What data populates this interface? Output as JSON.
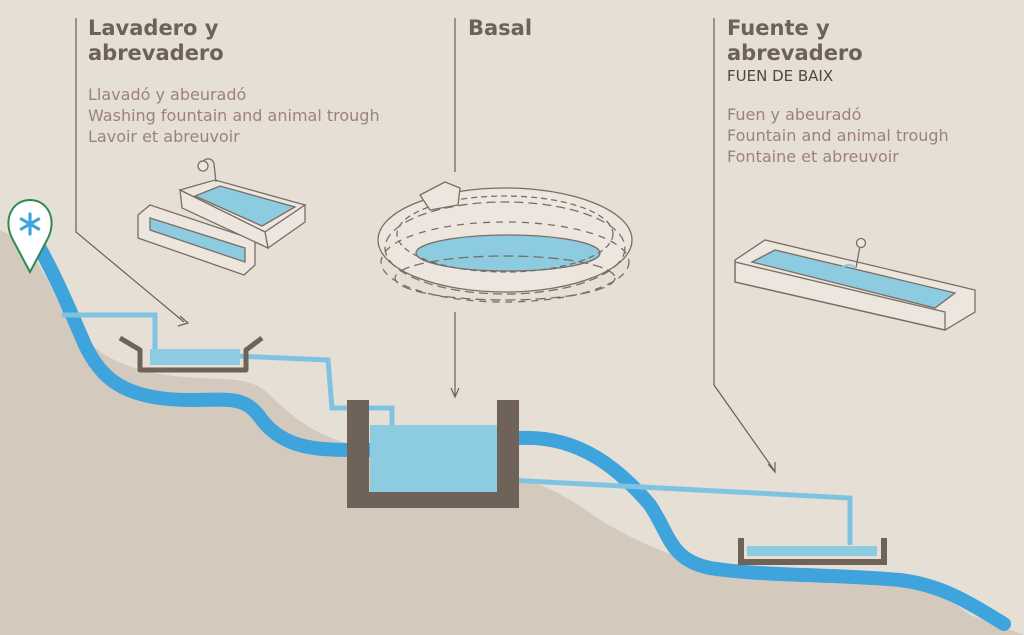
{
  "labels": [
    {
      "title": "Lavadero y\nabrevadero",
      "subtitle": "",
      "lines": [
        "Llavadó y abeuradó",
        "Washing fountain and animal trough",
        "Lavoir et abreuvoir"
      ]
    },
    {
      "title": "Basal",
      "subtitle": "",
      "lines": []
    },
    {
      "title": "Fuente y\nabrevadero",
      "subtitle": "FUEN DE BAIX",
      "lines": [
        "Fuen y abeuradó",
        "Fountain and animal trough",
        "Fontaine et abreuvoir"
      ]
    }
  ],
  "icons": {
    "marker": "asterisk-location-pin-icon"
  },
  "colors": {
    "background": "#e6dfd6",
    "slope": "#d3c9bd",
    "river": "#3fa3dc",
    "pipe": "#7fc3e2",
    "water": "#8ccbe0",
    "structure": "#6e6259",
    "text_title": "#6e6158",
    "text_desc": "#9c8375",
    "marker": "#2e8a52"
  }
}
